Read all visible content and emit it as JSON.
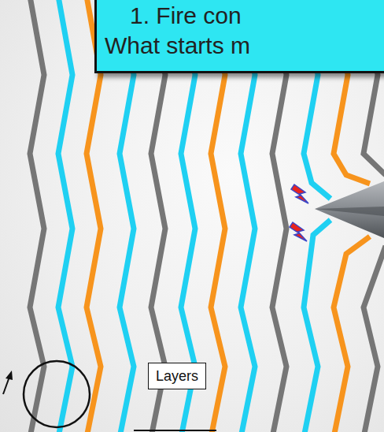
{
  "diagram": {
    "nodes": [
      {
        "text": [
          "1. Fire con",
          "What starts m"
        ]
      },
      {
        "text": [
          "Layers"
        ]
      }
    ]
  }
}
